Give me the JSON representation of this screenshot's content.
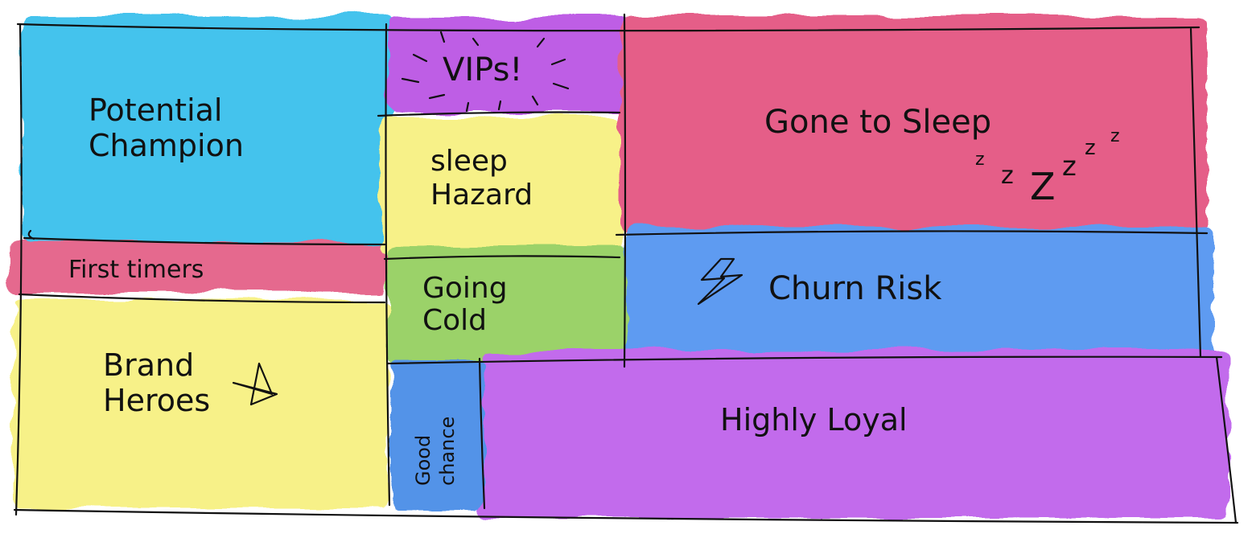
{
  "diagram": {
    "segments": [
      {
        "id": "potential-champion",
        "label_lines": [
          "Potential",
          "Champion"
        ],
        "color": "#1FB6EA"
      },
      {
        "id": "vips",
        "label_lines": [
          "VIPs!"
        ],
        "color": "#B03BE0"
      },
      {
        "id": "gone-to-sleep",
        "label_lines": [
          "Gone to Sleep"
        ],
        "color": "#E03A6E"
      },
      {
        "id": "sleep-hazard",
        "label_lines": [
          "sleep",
          "Hazard"
        ],
        "color": "#F6EE6E"
      },
      {
        "id": "first-timers",
        "label_lines": [
          "First timers"
        ],
        "color": "#E04A76"
      },
      {
        "id": "going-cold",
        "label_lines": [
          "Going",
          "Cold"
        ],
        "color": "#86C94A"
      },
      {
        "id": "churn-risk",
        "label_lines": [
          "Churn Risk"
        ],
        "color": "#3A86EE"
      },
      {
        "id": "brand-heroes",
        "label_lines": [
          "Brand",
          "Heroes"
        ],
        "color": "#F6EE6E"
      },
      {
        "id": "good-chance",
        "label_lines": [
          "Good",
          "chance"
        ],
        "color": "#2F7BE3"
      },
      {
        "id": "highly-loyal",
        "label_lines": [
          "Highly Loyal"
        ],
        "color": "#B54BE8"
      }
    ],
    "doodles": {
      "zzz": [
        "z",
        "z",
        "Z",
        "z",
        "z",
        "z"
      ]
    }
  }
}
